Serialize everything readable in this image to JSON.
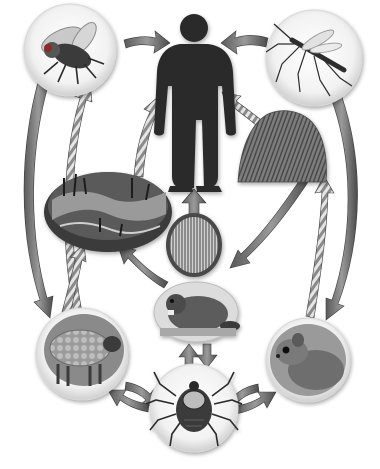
{
  "diagram": {
    "title": "",
    "nodes": [
      {
        "id": "human",
        "icon": "human-icon"
      },
      {
        "id": "fly",
        "icon": "fly-icon"
      },
      {
        "id": "mosquito",
        "icon": "mosquito-icon"
      },
      {
        "id": "haystack",
        "icon": "haystack-icon"
      },
      {
        "id": "water",
        "icon": "water-icon"
      },
      {
        "id": "fur",
        "icon": "fur-icon"
      },
      {
        "id": "beaver",
        "icon": "beaver-icon"
      },
      {
        "id": "sheep",
        "icon": "sheep-icon"
      },
      {
        "id": "rodent",
        "icon": "rodent-icon"
      },
      {
        "id": "tick",
        "icon": "tick-icon"
      }
    ],
    "edges": [
      {
        "from": "fly",
        "to": "human"
      },
      {
        "from": "mosquito",
        "to": "human"
      },
      {
        "from": "haystack",
        "to": "human"
      },
      {
        "from": "water",
        "to": "human"
      },
      {
        "from": "fur",
        "to": "human"
      },
      {
        "from": "fly",
        "to": "sheep"
      },
      {
        "from": "sheep",
        "to": "fly"
      },
      {
        "from": "mosquito",
        "to": "rodent"
      },
      {
        "from": "rodent",
        "to": "mosquito"
      },
      {
        "from": "rodent",
        "to": "water"
      },
      {
        "from": "sheep",
        "to": "water"
      },
      {
        "from": "beaver",
        "to": "water"
      },
      {
        "from": "beaver",
        "to": "tick"
      },
      {
        "from": "tick",
        "to": "beaver"
      },
      {
        "from": "tick",
        "to": "sheep"
      },
      {
        "from": "sheep",
        "to": "tick"
      },
      {
        "from": "tick",
        "to": "rodent"
      },
      {
        "from": "rodent",
        "to": "tick"
      }
    ]
  }
}
